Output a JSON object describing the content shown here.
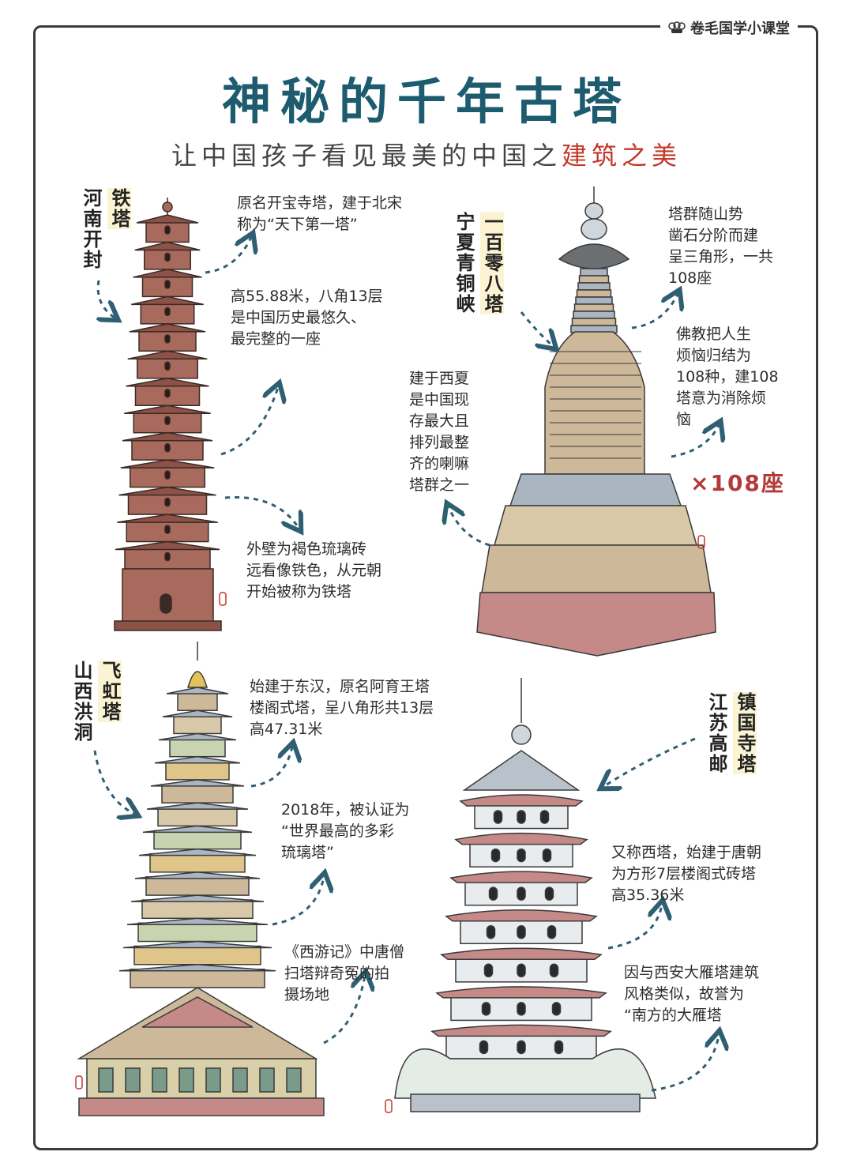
{
  "brand": "卷毛国学小课堂",
  "title": "神秘的千年古塔",
  "subtitle": {
    "main": "让中国孩子看见最美的中国之",
    "highlight": "建筑之美"
  },
  "pagodas": [
    {
      "name": "铁塔",
      "location": "河南开封",
      "notes": [
        "原名开宝寺塔，建于北宋\n称为“天下第一塔”",
        "高55.88米，八角13层\n是中国历史最悠久、\n最完整的一座",
        "外壁为褐色琉璃砖\n远看像铁色，从元朝\n开始被称为铁塔"
      ]
    },
    {
      "name": "一百零八塔",
      "location": "宁夏青铜峡",
      "notes": [
        "塔群随山势\n凿石分阶而建\n呈三角形，一共\n108座",
        "佛教把人生\n烦恼归结为\n108种，建108\n塔意为消除烦\n恼",
        "建于西夏\n是中国现\n存最大且\n排列最整\n齐的喇嘛\n塔群之一"
      ],
      "count": "×108座"
    },
    {
      "name": "飞虹塔",
      "location": "山西洪洞",
      "notes": [
        "始建于东汉，原名阿育王塔\n楼阁式塔，呈八角形共13层\n高47.31米",
        "2018年，被认证为\n“世界最高的多彩\n琉璃塔”",
        "《西游记》中唐僧\n扫塔辩奇冤的拍\n摄场地"
      ]
    },
    {
      "name": "镇国寺塔",
      "location": "江苏高邮",
      "notes": [
        "又称西塔，始建于唐朝\n为方形7层楼阁式砖塔\n高35.36米",
        "因与西安大雁塔建筑\n风格类似，故誉为\n“南方的大雁塔"
      ]
    }
  ],
  "colors": {
    "title": "#1d5b6e",
    "highlight": "#c0392b",
    "arrow": "#2f5f73",
    "iron_brick": "#a86a5c",
    "ochre": "#b89a5a",
    "grey_blue": "#a9b6c2"
  }
}
